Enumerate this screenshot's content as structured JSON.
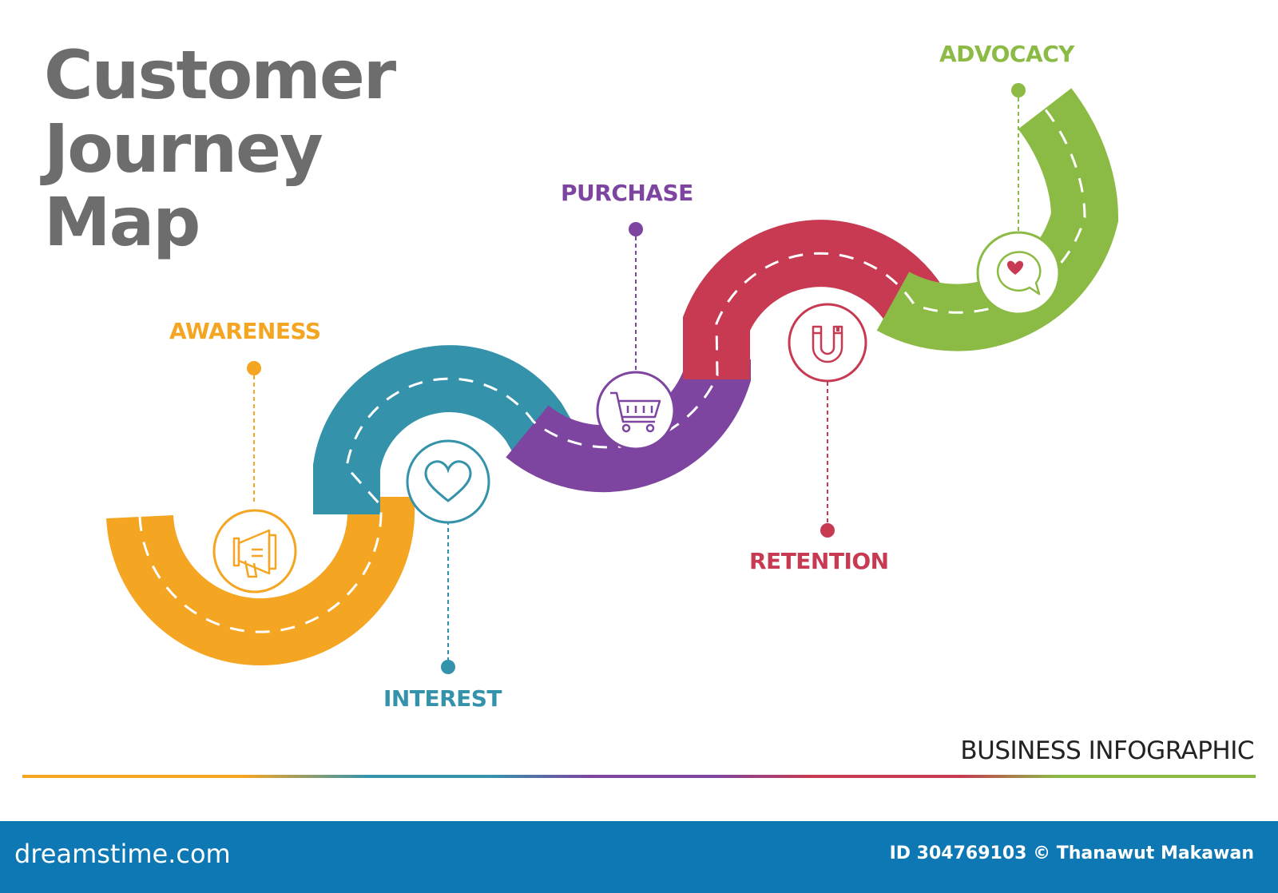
{
  "title": {
    "line1": "Customer",
    "line2": "Journey",
    "line3": "Map"
  },
  "stages": [
    {
      "label": "AWARENESS",
      "color": "#f4a522",
      "icon": "megaphone-icon"
    },
    {
      "label": "INTEREST",
      "color": "#3493ab",
      "icon": "heart-icon"
    },
    {
      "label": "PURCHASE",
      "color": "#7d44a0",
      "icon": "shopping-cart-icon"
    },
    {
      "label": "RETENTION",
      "color": "#c73a52",
      "icon": "magnet-icon"
    },
    {
      "label": "ADVOCACY",
      "color": "#8cbb45",
      "icon": "heart-speech-bubble-icon"
    }
  ],
  "subtitle": "BUSINESS INFOGRAPHIC",
  "footer": {
    "site": "dreamstime.com",
    "credit": "ID 304769103 © Thanawut Makawan",
    "color": "#0d78b3"
  }
}
